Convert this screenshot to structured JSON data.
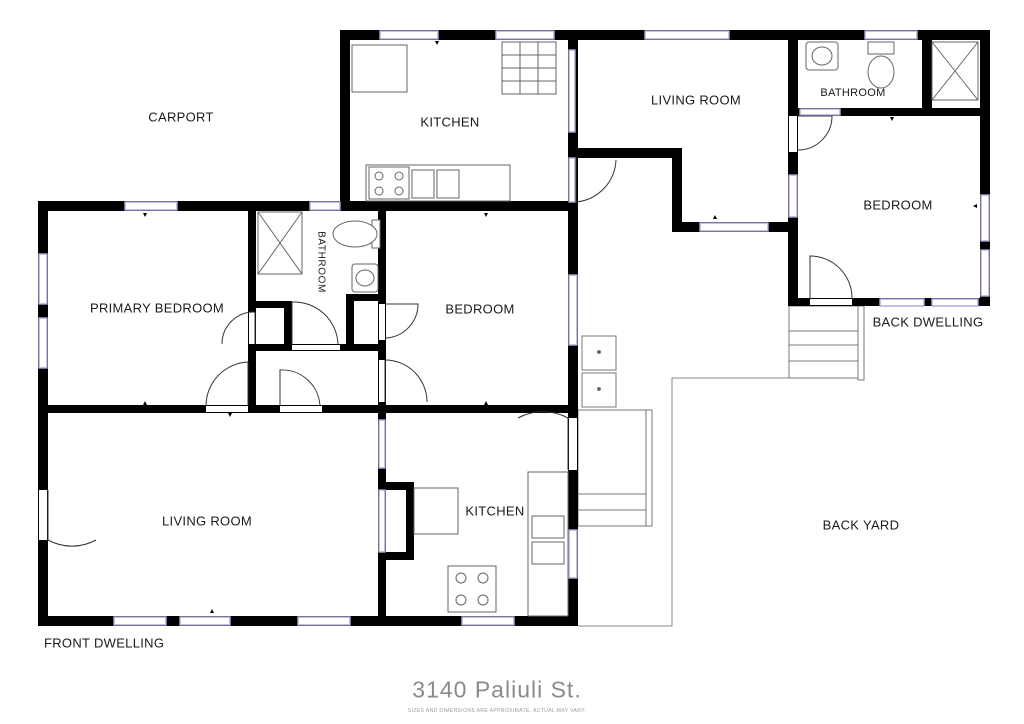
{
  "address": "3140 Paliuli St.",
  "disclaimer": "SIZES AND DIMENSIONS ARE APPROXIMATE, ACTUAL MAY VARY.",
  "areas": {
    "carport": "CARPORT",
    "back_yard": "BACK YARD",
    "front_dwelling": "FRONT DWELLING",
    "back_dwelling": "BACK DWELLING"
  },
  "rooms": {
    "upper_kitchen": "KITCHEN",
    "upper_living_room": "LIVING ROOM",
    "back_bathroom": "BATHROOM",
    "back_bedroom": "BEDROOM",
    "primary_bedroom": "PRIMARY BEDROOM",
    "front_bathroom": "BATHROOM",
    "front_bedroom": "BEDROOM",
    "front_living_room": "LIVING ROOM",
    "front_kitchen": "KITCHEN"
  },
  "colors": {
    "wall": "#000000",
    "window": "#a9a9d9",
    "fixture": "#555555",
    "address": "#8a8a8a"
  }
}
